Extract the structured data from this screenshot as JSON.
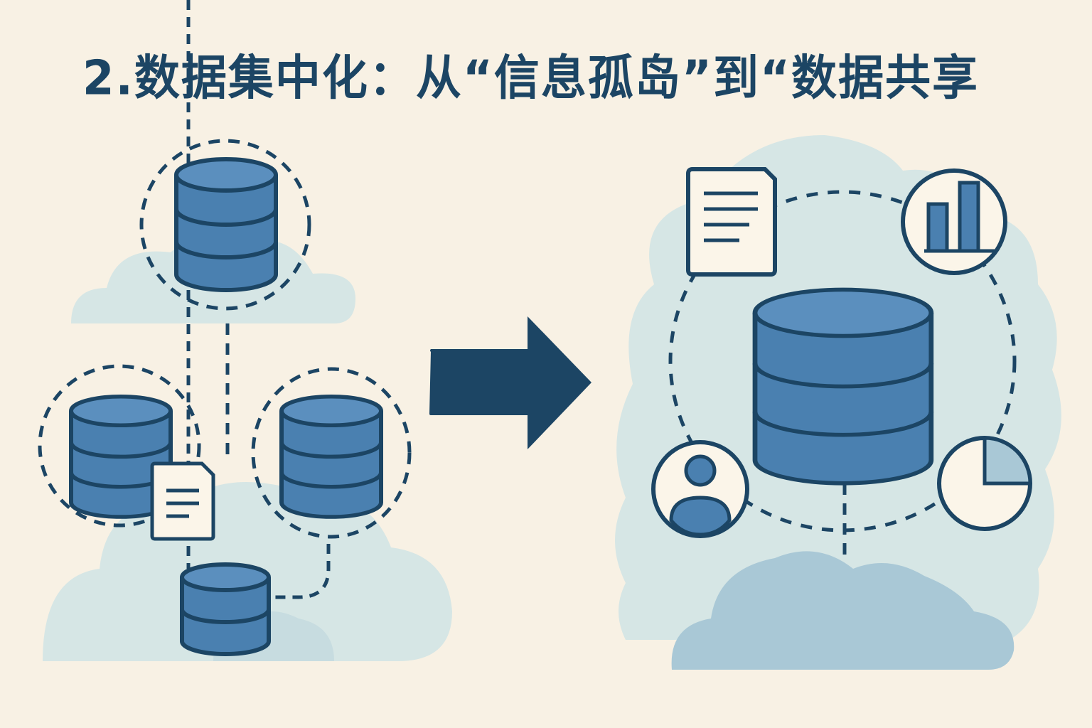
{
  "title": "2.数据集中化：从“信息孤岛”到“数据共享",
  "colors": {
    "background": "#f8f1e4",
    "outline": "#1c4564",
    "db_fill": "#4a80b0",
    "db_top": "#5b8fbe",
    "cloud_light": "#d6e6e5",
    "cloud_mid": "#a9c8d6",
    "icon_bg": "#fbf5e9",
    "arrow": "#1c4564"
  },
  "left_panel": {
    "concept": "information-silos",
    "nodes": [
      {
        "id": "db-top",
        "icon": "database-icon",
        "layers": 3,
        "ring": "dashed"
      },
      {
        "id": "db-left",
        "icon": "database-icon",
        "layers": 3,
        "ring": "dashed",
        "attachment": "document-icon"
      },
      {
        "id": "db-right",
        "icon": "database-icon",
        "layers": 3,
        "ring": "dashed"
      },
      {
        "id": "db-bottom",
        "icon": "database-icon",
        "layers": 2,
        "ring": "none"
      }
    ]
  },
  "arrow": {
    "icon": "right-arrow-icon"
  },
  "right_panel": {
    "concept": "data-sharing",
    "center": {
      "icon": "database-icon",
      "layers": 3
    },
    "satellites": [
      {
        "id": "document",
        "icon": "document-icon"
      },
      {
        "id": "bar-chart",
        "icon": "bar-chart-icon"
      },
      {
        "id": "user",
        "icon": "user-icon"
      },
      {
        "id": "pie-chart",
        "icon": "pie-chart-icon"
      }
    ]
  }
}
